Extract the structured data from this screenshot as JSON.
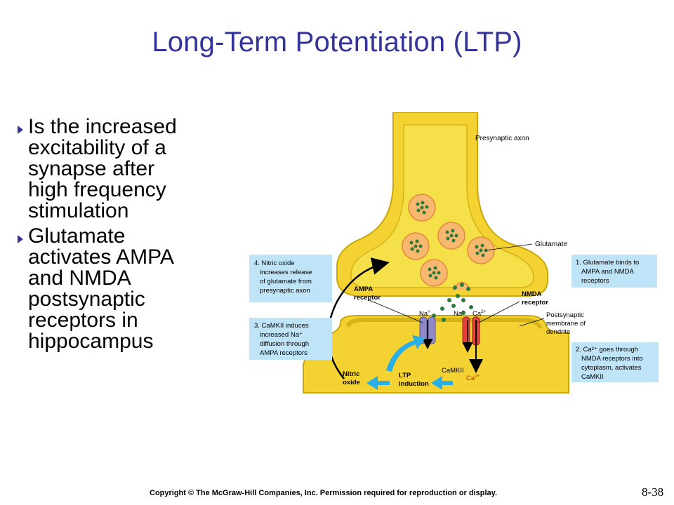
{
  "title": "Long-Term Potentiation (LTP)",
  "bullets": [
    {
      "lines": [
        "Is the increased",
        "excitability of a",
        "synapse after",
        "high frequency",
        "stimulation"
      ]
    },
    {
      "lines": [
        "Glutamate",
        "activates AMPA",
        "and NMDA",
        "postsynaptic",
        "receptors in",
        "hippocampus"
      ]
    }
  ],
  "diagram": {
    "presynaptic_axon": "Presynaptic axon",
    "glutamate": "Glutamate",
    "ampa_receptor": [
      "AMPA",
      "receptor"
    ],
    "nmda_receptor": [
      "NMDA",
      "receptor"
    ],
    "postsynaptic_membrane": [
      "Postsynaptic",
      "membrane of",
      "dendrite"
    ],
    "na_left": "Na",
    "na_right": "Na",
    "ca_top": "Ca",
    "ca_bottom": "Ca",
    "ca_charge": "2+",
    "na_charge": "+",
    "camkii": "CaMKII",
    "ltp_induction": [
      "LTP",
      "induction"
    ],
    "nitric_oxide": [
      "Nitric",
      "oxide"
    ],
    "boxes": {
      "step1": [
        "1. Glutamate binds to",
        "AMPA and NMDA",
        "receptors"
      ],
      "step2": [
        "2. Ca²⁺ goes through",
        "NMDA receptors into",
        "cytoplasm, activates",
        "CaMKII"
      ],
      "step3": [
        "3. CaMKII induces",
        "increased Na⁺",
        "diffusion through",
        "AMPA receptors"
      ],
      "step4": [
        "4. Nitric oxide",
        "increases release",
        "of glutamate from",
        "presynaptic axon"
      ]
    },
    "colors": {
      "neuron": "#f3d232",
      "neuron_edge": "#c9a80e",
      "box": "#bfe3f7",
      "arrow_blue": "#2aaee8",
      "ampa": "#8f89c8",
      "nmda": "#e2403a",
      "vesicle": "#f8b870",
      "dot": "#2d7a3a",
      "title": "#333399"
    }
  },
  "footer": "Copyright © The McGraw-Hill Companies, Inc. Permission required for reproduction or display.",
  "page_number": "8-38"
}
